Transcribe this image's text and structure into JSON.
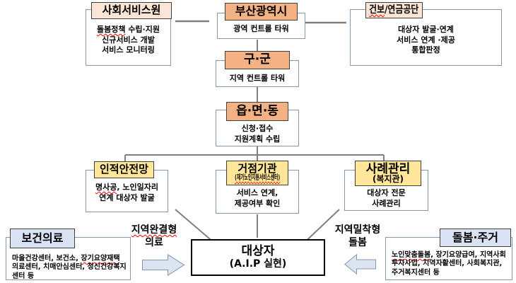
{
  "colors": {
    "orange_header": "#F4B183",
    "peach_header": "#FBE5D6",
    "yellow_header": "#FFE699",
    "blue_header": "#DAE3F3",
    "arrow_fill": "#DBE5F1",
    "arrow_border": "#8496B0",
    "box_border": "#8496B0",
    "connector": "#808080"
  },
  "boxes": {
    "social_service": {
      "title": "사회서비스원",
      "line1_wavy": "돌봄정책",
      "line1_rest": " 수립·지원",
      "line2": "신규서비스 개발",
      "line3": "서비스 모니터링"
    },
    "busan_city": {
      "title": "부산광역시",
      "body": "광역 컨트롤 타워"
    },
    "pension": {
      "title_wavy": "건보",
      "title_rest": "/연금공단",
      "line1": "대상자 발굴·연계",
      "line2": "서비스 연계 ·제공",
      "line3": "통합판정"
    },
    "gu_gun": {
      "title": "구·군",
      "body": "지역 컨트롤 타워"
    },
    "eup_myeon_dong": {
      "title": "읍·면·동",
      "line1": "신청·접수",
      "line2": "지원계획 수립"
    },
    "human_safety_net": {
      "title": "인적안전망",
      "line1_wavy": "명사공",
      "line1_rest": ", 노인일자리",
      "line2": "연계 대상자 발굴"
    },
    "hub_agency": {
      "title": "거점기관",
      "subtitle": "(재가노인지원서비스센터)",
      "line1": "서비스 연계,",
      "line2": "제공여부 확인"
    },
    "case_management": {
      "title": "사례관리",
      "subtitle": "(복지관)",
      "line1": "대상자 전문",
      "line2": "사례관리"
    },
    "target": {
      "title": "대상자",
      "subtitle": "(A.I.P 실현)"
    },
    "health_medical": {
      "title": "보건의료",
      "body_pre": "마을건강센터, 보건소, ",
      "body_wavy": "장기요양재택",
      "body_post": " 의료센터, 치매안심센터, 정신건강복지 센터 등"
    },
    "care_housing": {
      "title": "돌봄·주거",
      "body_wavy": "노인맞춤돌봄",
      "body_post": ", 장기요양급여, 지역사회 투자사업, 지역자활센터, 사회복지관, 주거복지센터 등"
    }
  },
  "flow_labels": {
    "left": {
      "line1": "지역완결형",
      "line2": "의료"
    },
    "right": {
      "line1": "지역밀착형",
      "line2": "돌봄"
    }
  }
}
